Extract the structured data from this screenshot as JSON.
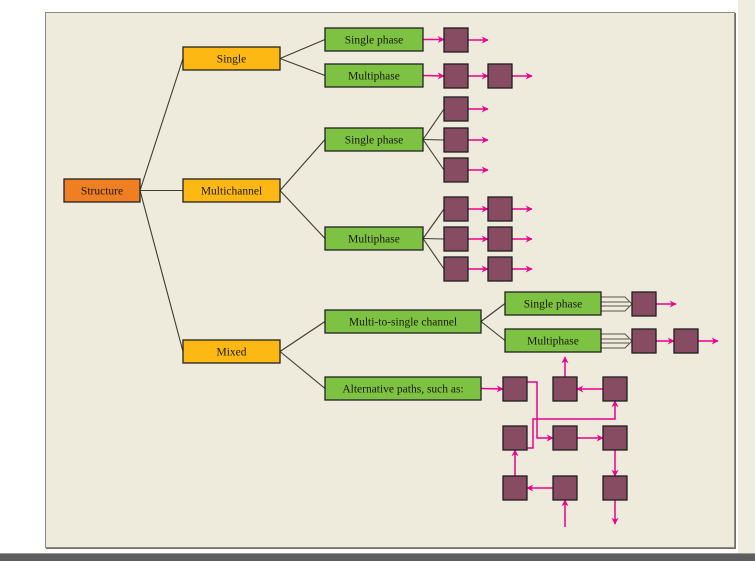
{
  "colors": {
    "root": "#f07e22",
    "category": "#fdb813",
    "phase": "#7dc242",
    "unit": "#874c62",
    "arrow": "#ec008c",
    "connector": "#3c3c32",
    "background": "#eeebdc"
  },
  "tree": {
    "root": {
      "label": "Structure"
    },
    "categories": [
      {
        "label": "Single",
        "children": [
          {
            "label": "Single phase",
            "units": 1,
            "layout": "series"
          },
          {
            "label": "Multiphase",
            "units": 2,
            "layout": "series"
          }
        ]
      },
      {
        "label": "Multichannel",
        "children": [
          {
            "label": "Single phase",
            "channels": 3,
            "units_per_channel": 1
          },
          {
            "label": "Multiphase",
            "channels": 3,
            "units_per_channel": 2
          }
        ]
      },
      {
        "label": "Mixed",
        "children": [
          {
            "label": "Multi-to-single channel",
            "children": [
              {
                "label": "Single phase",
                "units": 1,
                "input": "merge"
              },
              {
                "label": "Multiphase",
                "units": 2,
                "input": "merge"
              }
            ]
          },
          {
            "label": "Alternative paths, such as:",
            "grid": "3x3 interconnected units"
          }
        ]
      }
    ]
  }
}
